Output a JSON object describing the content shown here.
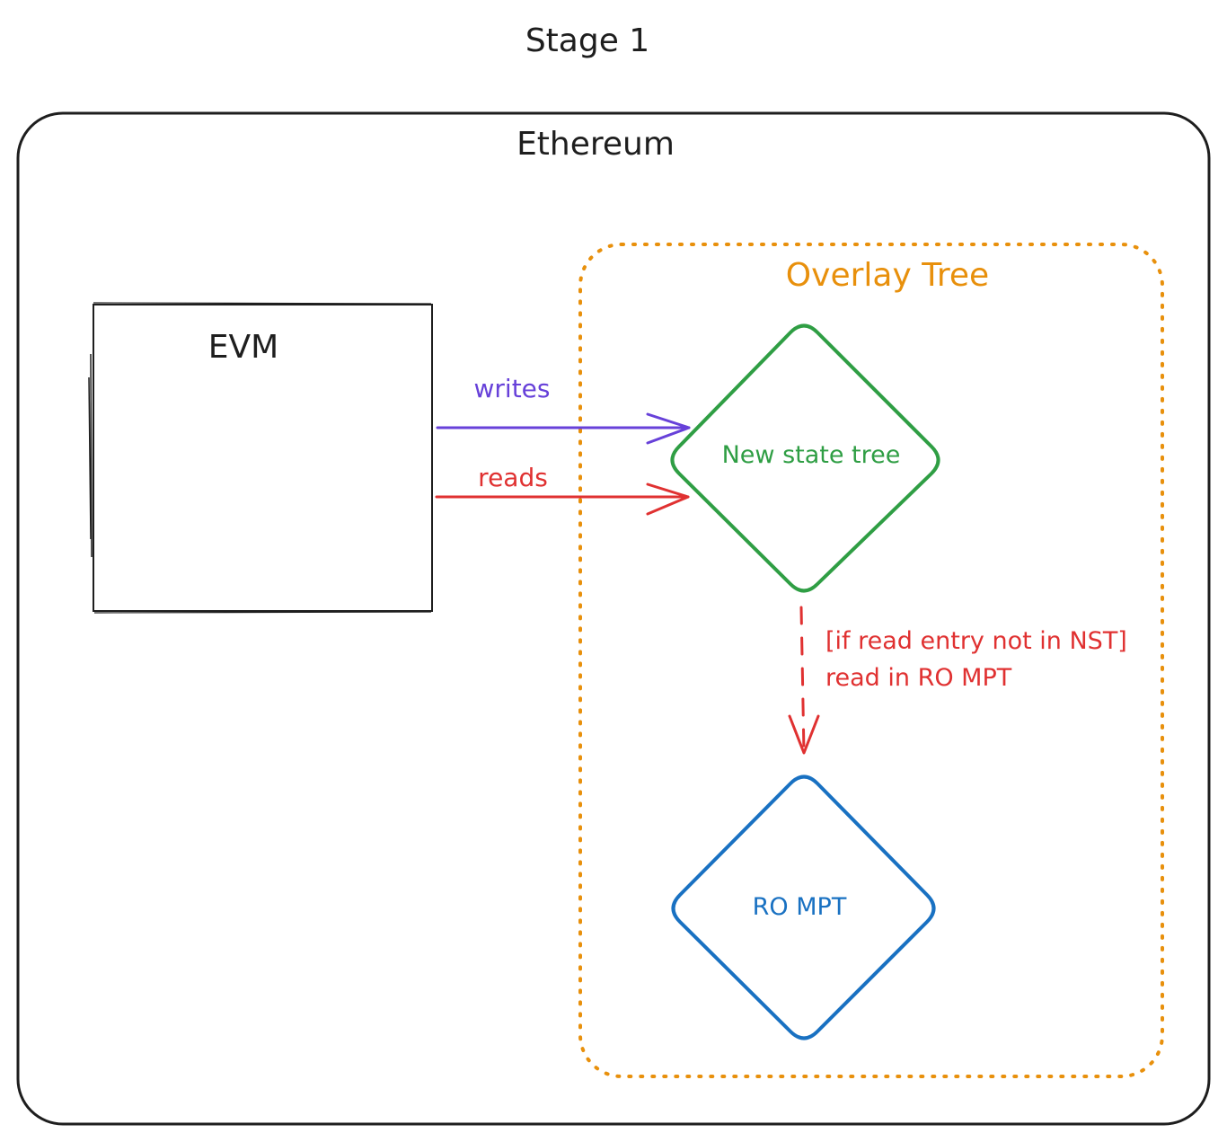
{
  "title": "Stage 1",
  "ethereum": {
    "label": "Ethereum"
  },
  "evm": {
    "label": "EVM"
  },
  "overlay_tree": {
    "label": "Overlay Tree"
  },
  "new_state_tree": {
    "label": "New state tree"
  },
  "ro_mpt": {
    "label": "RO MPT"
  },
  "edges": {
    "writes": {
      "label": "writes"
    },
    "reads": {
      "label": "reads"
    },
    "fallback": {
      "label_line1": "[if read entry not in NST]",
      "label_line2": "read in RO MPT"
    }
  },
  "colors": {
    "ink": "#1e1e1e",
    "overlay": "#e8900c",
    "writes": "#6741d9",
    "reads": "#e03131",
    "new_state_tree": "#2f9e44",
    "ro_mpt": "#1971c2"
  }
}
